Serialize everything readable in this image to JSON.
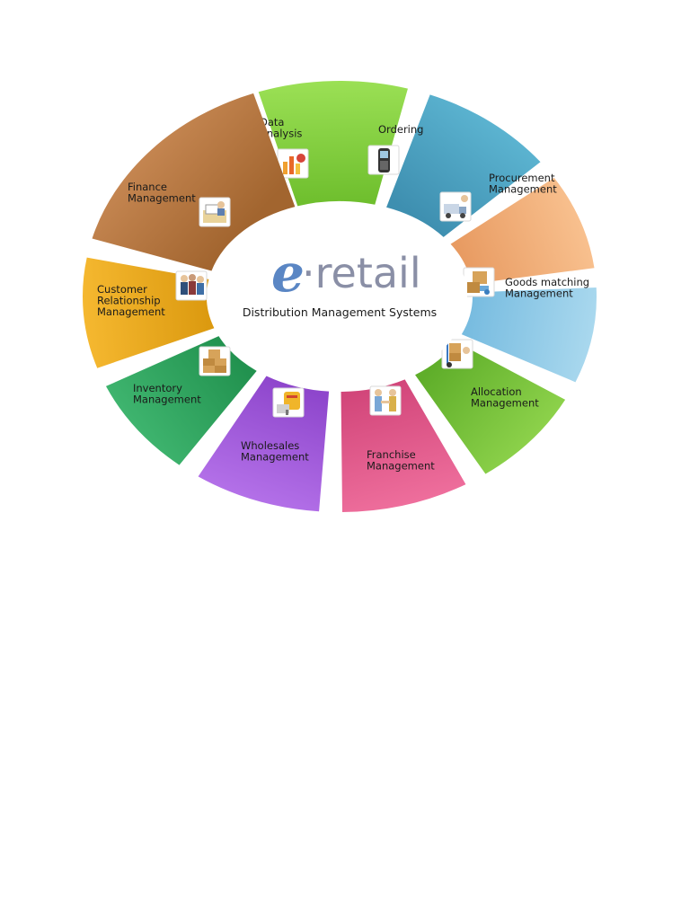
{
  "diagram": {
    "logo": {
      "mark": "e",
      "rest": "·retail"
    },
    "subtitle": "Distribution Management Systems",
    "segments": [
      {
        "id": "data-analysis",
        "lines": [
          "Data",
          "Analysis"
        ],
        "color": "#9BE055",
        "dark": "#6FBF2E",
        "icon": "chart-icon"
      },
      {
        "id": "ordering",
        "lines": [
          "Ordering"
        ],
        "color": "#5BB3D0",
        "dark": "#3E8FB0",
        "icon": "handheld-device-icon"
      },
      {
        "id": "procurement",
        "lines": [
          "Procurement",
          "Management"
        ],
        "color": "#F8C08E",
        "dark": "#E89B62",
        "icon": "delivery-truck-icon"
      },
      {
        "id": "goods-matching",
        "lines": [
          "Goods matching",
          "Management"
        ],
        "color": "#A9D8EE",
        "dark": "#78BCE0",
        "icon": "boxes-truck-icon"
      },
      {
        "id": "allocation",
        "lines": [
          "Allocation",
          "Management"
        ],
        "color": "#8CD14A",
        "dark": "#5FAE2A",
        "icon": "hand-truck-icon"
      },
      {
        "id": "franchise",
        "lines": [
          "Franchise",
          "Management"
        ],
        "color": "#EE6E9C",
        "dark": "#D2467A",
        "icon": "handshake-icon"
      },
      {
        "id": "wholesales",
        "lines": [
          "Wholesales",
          "Management"
        ],
        "color": "#B370E8",
        "dark": "#8E46CC",
        "icon": "mailbox-icon"
      },
      {
        "id": "inventory",
        "lines": [
          "Inventory",
          "Management"
        ],
        "color": "#3EB46E",
        "dark": "#22924F",
        "icon": "boxes-icon"
      },
      {
        "id": "crm",
        "lines": [
          "Customer",
          "Relationship",
          "Management"
        ],
        "color": "#F5B830",
        "dark": "#DC9A10",
        "icon": "meeting-people-icon"
      },
      {
        "id": "finance",
        "lines": [
          "Finance",
          "Management"
        ],
        "color": "#C48550",
        "dark": "#A2652F",
        "icon": "desk-documents-icon"
      }
    ]
  }
}
